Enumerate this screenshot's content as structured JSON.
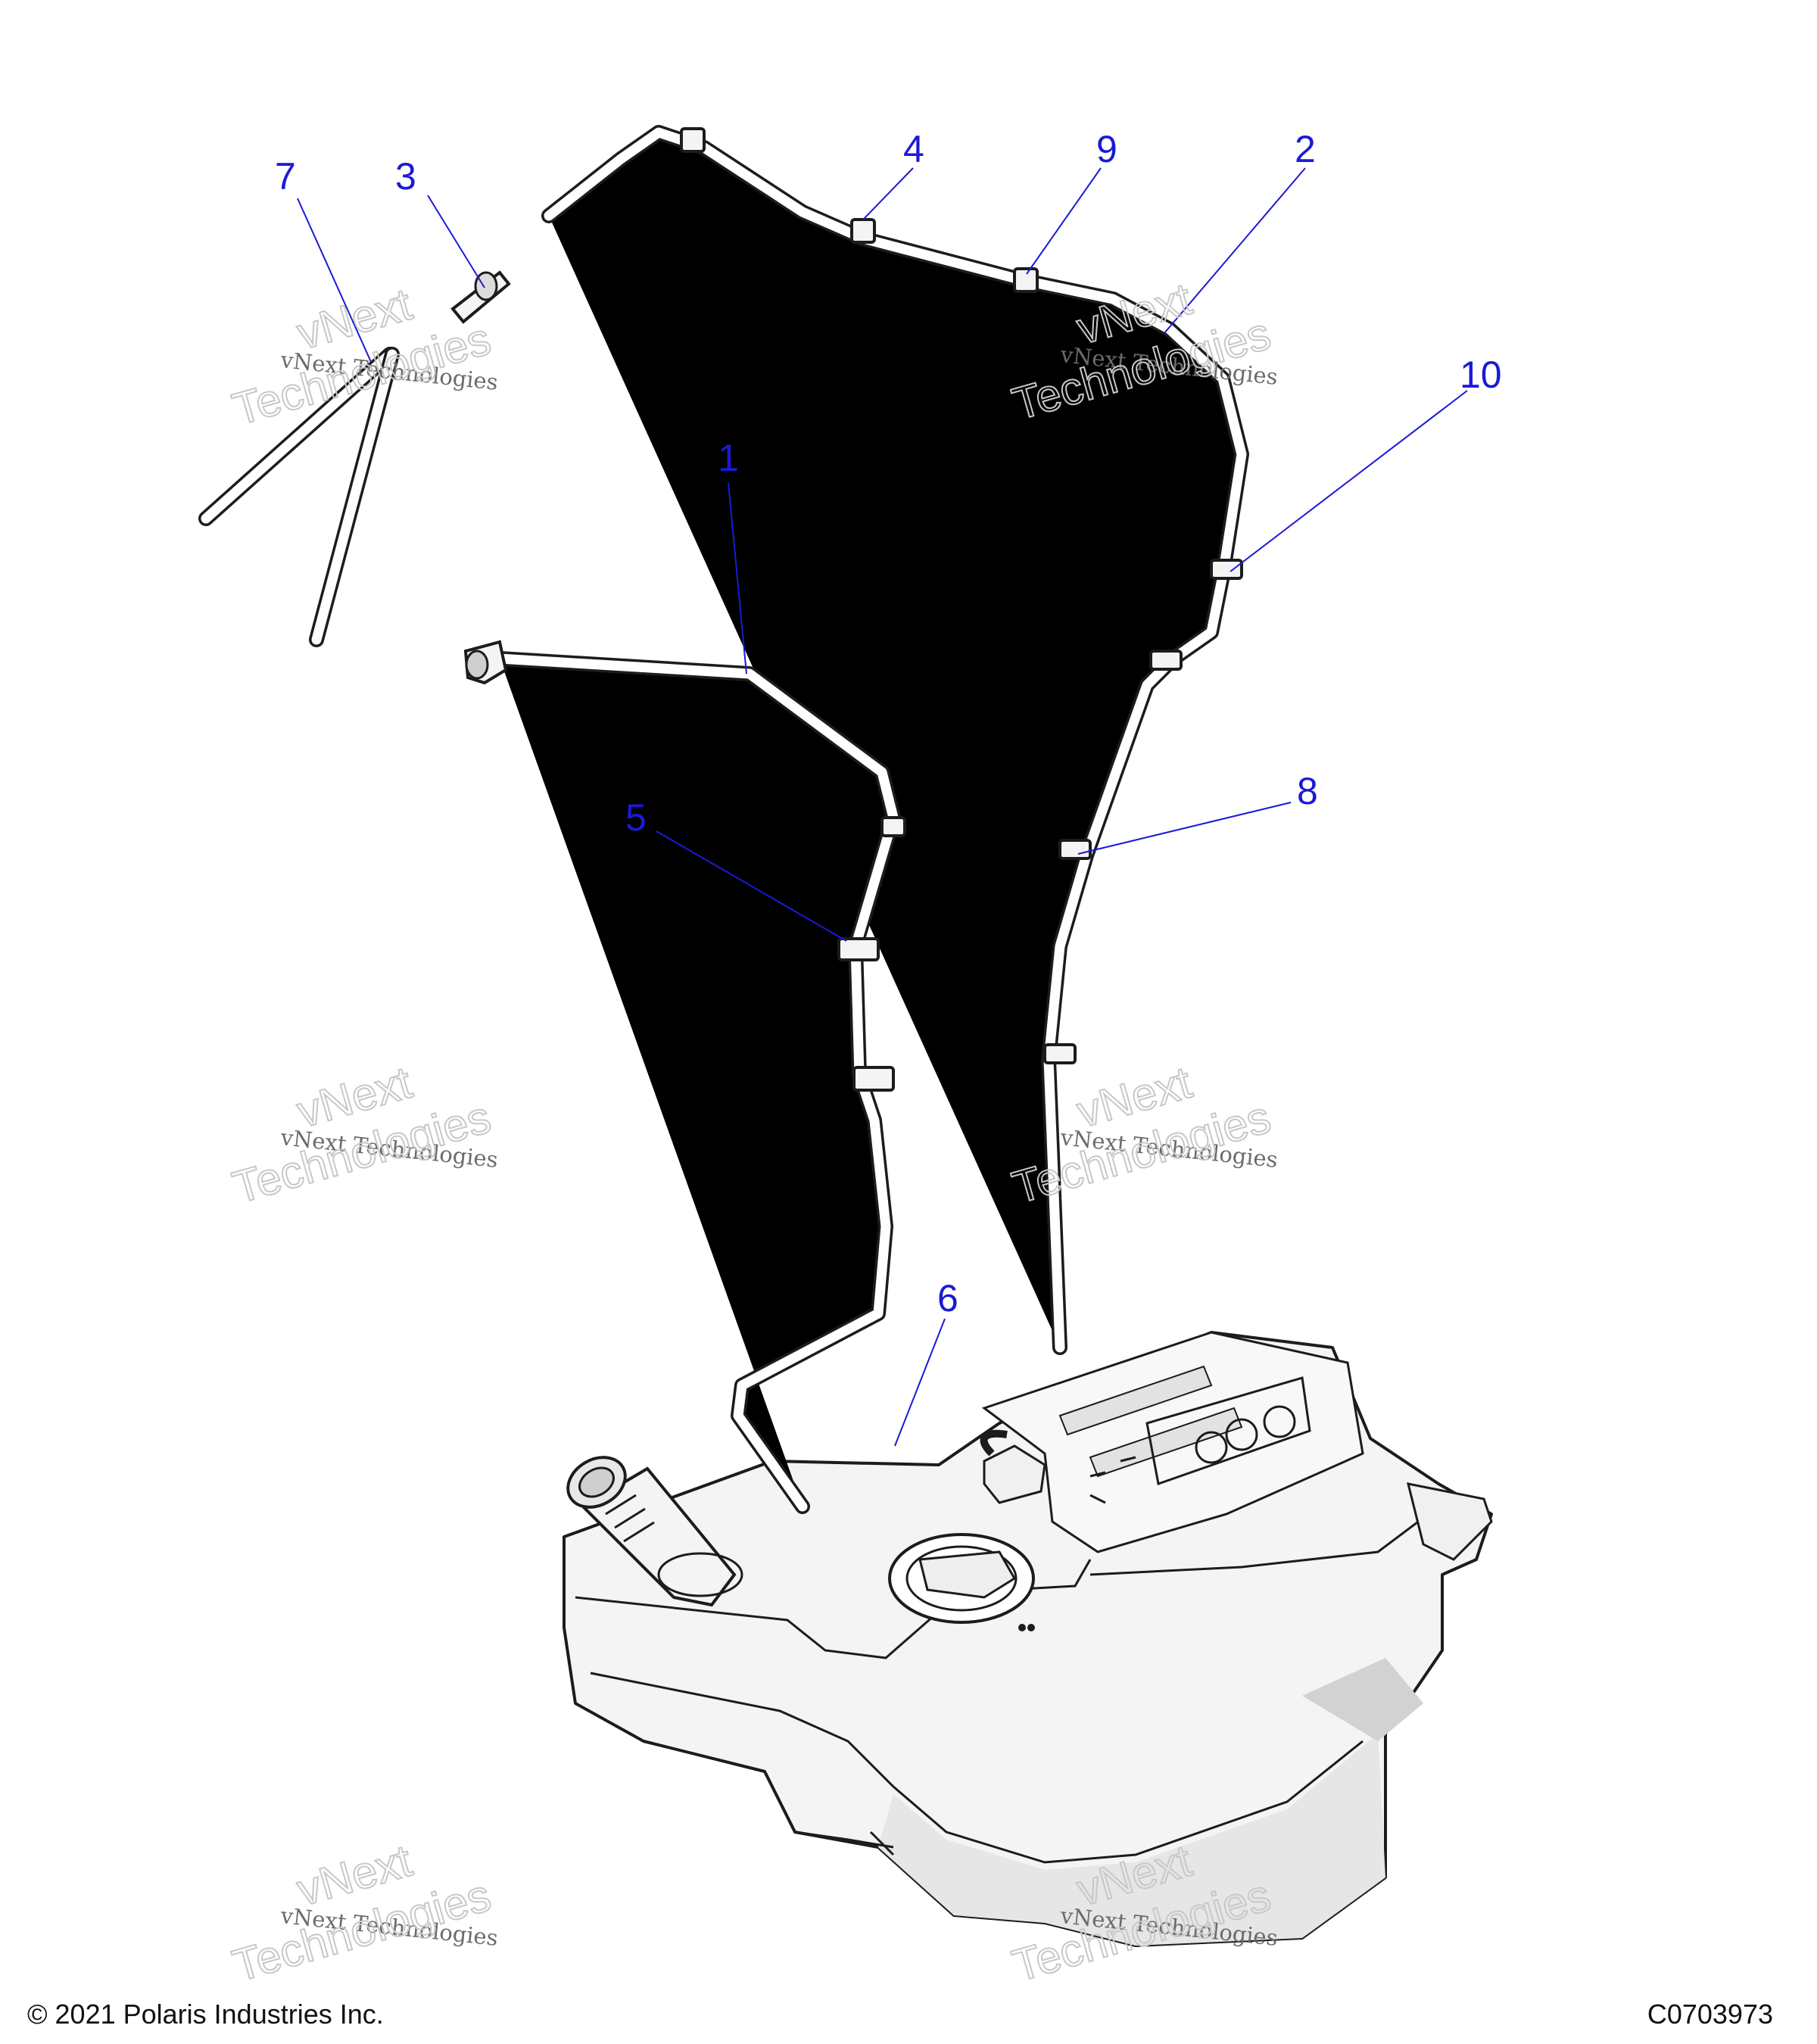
{
  "callouts": [
    {
      "label": "1"
    },
    {
      "label": "2"
    },
    {
      "label": "3"
    },
    {
      "label": "4"
    },
    {
      "label": "5"
    },
    {
      "label": "6"
    },
    {
      "label": "7"
    },
    {
      "label": "8"
    },
    {
      "label": "9"
    },
    {
      "label": "10"
    }
  ],
  "watermark": {
    "line1": "vNext Technologies",
    "line2a": "vNext",
    "line2b": "Technologies"
  },
  "footer": {
    "copyright": "© 2021 Polaris Industries Inc.",
    "drawing_number": "C0703973"
  },
  "colors": {
    "callout": "#1a1ad6",
    "line_art": "#1c1c1c",
    "tank_shade": "#e6e6e6"
  }
}
